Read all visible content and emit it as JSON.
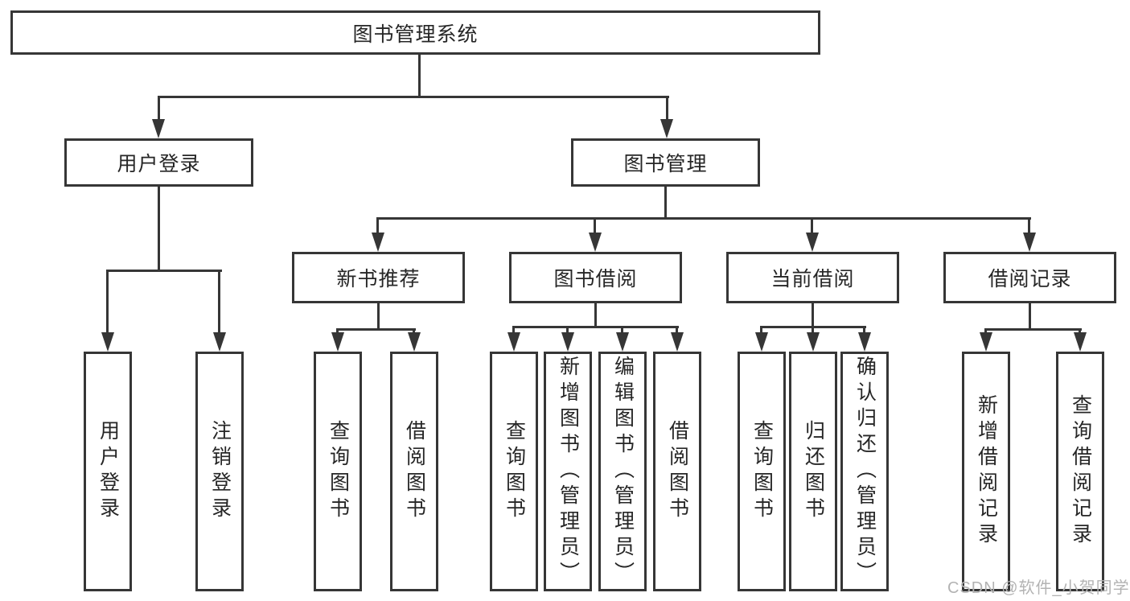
{
  "diagram": {
    "root": {
      "label": "图书管理系统"
    },
    "branches": [
      {
        "label": "用户登录",
        "children": [
          {
            "label": "用户登录"
          },
          {
            "label": "注销登录"
          }
        ]
      },
      {
        "label": "图书管理",
        "children": [
          {
            "label": "新书推荐",
            "children": [
              {
                "label": "查询图书"
              },
              {
                "label": "借阅图书"
              }
            ]
          },
          {
            "label": "图书借阅",
            "children": [
              {
                "label": "查询图书"
              },
              {
                "label": "新增图书（管理员）"
              },
              {
                "label": "编辑图书（管理员）"
              },
              {
                "label": "借阅图书"
              }
            ]
          },
          {
            "label": "当前借阅",
            "children": [
              {
                "label": "查询图书"
              },
              {
                "label": "归还图书"
              },
              {
                "label": "确认归还（管理员）"
              }
            ]
          },
          {
            "label": "借阅记录",
            "children": [
              {
                "label": "新增借阅记录"
              },
              {
                "label": "查询借阅记录"
              }
            ]
          }
        ]
      }
    ]
  },
  "watermark": {
    "text": "CSDN @软件_小贺同学"
  },
  "palette": {
    "line": "#363636",
    "text": "#262626",
    "watermark": "#b3b3b3",
    "background": "#ffffff"
  }
}
